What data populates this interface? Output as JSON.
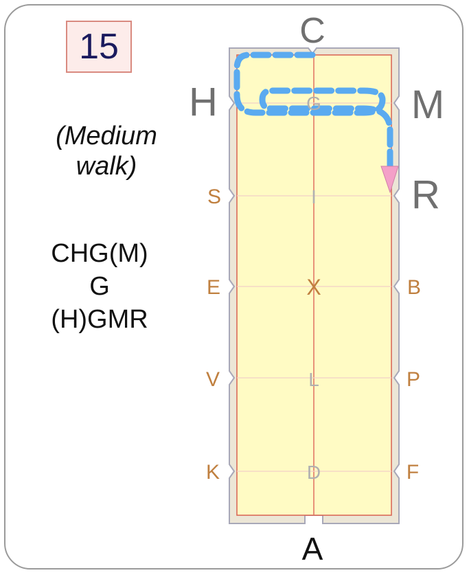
{
  "test_number": "15",
  "subtitle_line1": "(Medium",
  "subtitle_line2": "walk)",
  "pattern_lines": [
    "CHG(M)",
    "G",
    "(H)GMR"
  ],
  "markers": {
    "C": "C",
    "H": "H",
    "M": "M",
    "R": "R",
    "S": "S",
    "E": "E",
    "B": "B",
    "V": "V",
    "P": "P",
    "K": "K",
    "F": "F",
    "A": "A",
    "G": "G",
    "I": "I",
    "X": "X",
    "L": "L",
    "D": "D"
  },
  "colors": {
    "arena_fill": "#fffbc4",
    "arena_border": "#e0d8c0",
    "arena_line": "#e07060",
    "route": "#5aaaf0",
    "arrow": "#f4a0c8",
    "side_letter": "#c08040",
    "corner_letter": "#707070",
    "center_letter": "#b0b0b0"
  }
}
